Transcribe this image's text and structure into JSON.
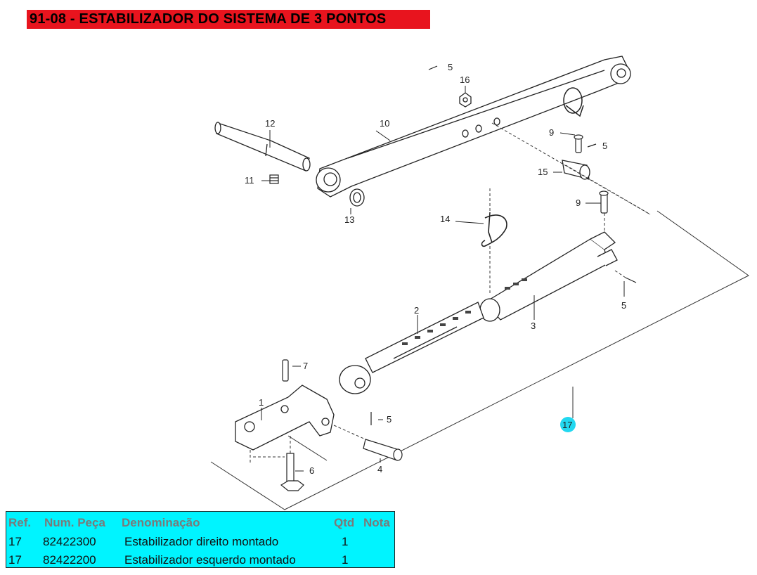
{
  "title": "91-08 - ESTABILIZADOR DO SISTEMA DE 3 PONTOS",
  "colors": {
    "title_bg": "#e8141e",
    "table_bg": "#00f4ff",
    "callout_bg": "#22d8f0"
  },
  "callouts": {
    "c1": "1",
    "c2": "2",
    "c3": "3",
    "c4": "4",
    "c5a": "5",
    "c5b": "5",
    "c5c": "5",
    "c5d": "5",
    "c6": "6",
    "c7": "7",
    "c9a": "9",
    "c9b": "9",
    "c10": "10",
    "c11": "11",
    "c12": "12",
    "c13": "13",
    "c14": "14",
    "c15": "15",
    "c16": "16",
    "c17": "17"
  },
  "table": {
    "headers": {
      "ref": "Ref.",
      "num": "Num. Peça",
      "den": "Denominação",
      "qtd": "Qtd",
      "nota": "Nota"
    },
    "rows": [
      {
        "ref": "17",
        "num": "82422300",
        "den": "Estabilizador direito montado",
        "qtd": "1",
        "nota": ""
      },
      {
        "ref": "17",
        "num": "82422200",
        "den": "Estabilizador esquerdo montado",
        "qtd": "1",
        "nota": ""
      }
    ]
  }
}
